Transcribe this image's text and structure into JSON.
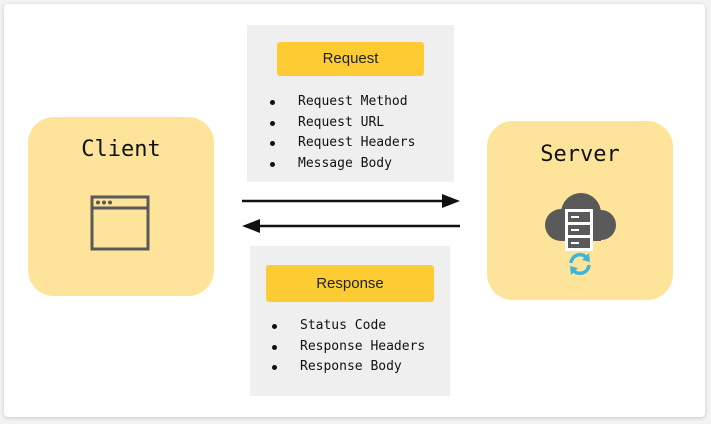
{
  "client": {
    "title": "Client",
    "icon": "browser-window-icon"
  },
  "server": {
    "title": "Server",
    "icons": [
      "cloud-server-icon",
      "sync-icon"
    ]
  },
  "request": {
    "label": "Request",
    "items": [
      "Request Method",
      "Request URL",
      "Request Headers",
      "Message Body"
    ]
  },
  "response": {
    "label": "Response",
    "items": [
      "Status Code",
      "Response Headers",
      "Response Body"
    ]
  },
  "colors": {
    "node_fill": "#fde49a",
    "badge_fill": "#fdcc33",
    "panel_fill": "#efefef",
    "icon_gray": "#5a5a5a",
    "sync_blue": "#3fb5dc"
  }
}
